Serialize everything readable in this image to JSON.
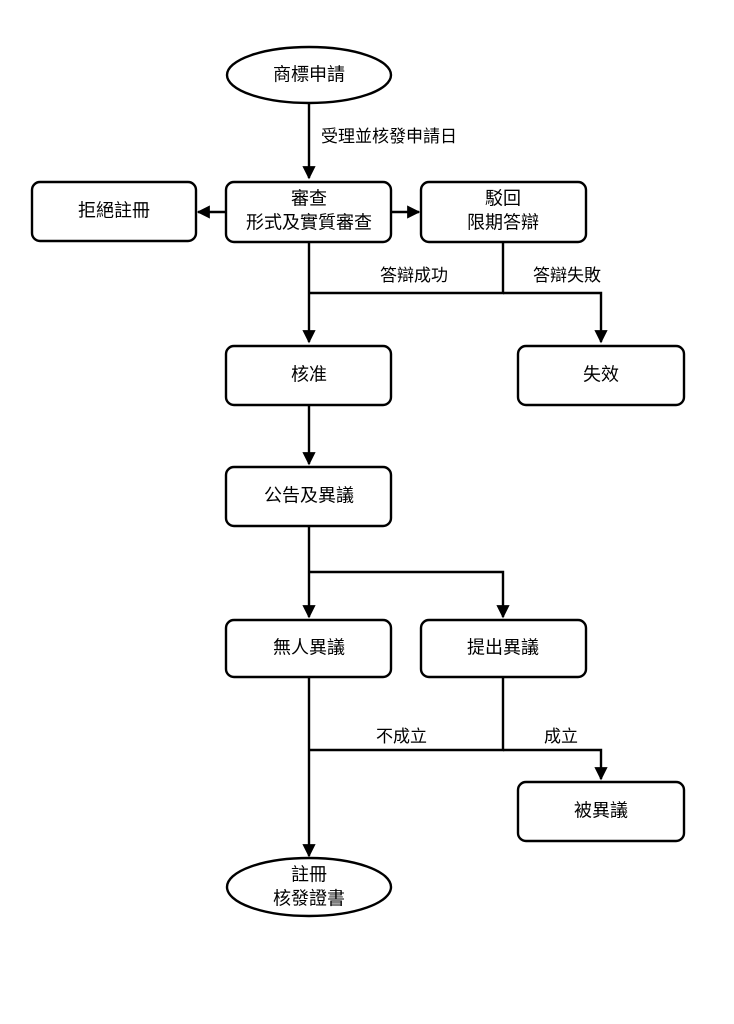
{
  "nodes": {
    "apply": {
      "lines": [
        "商標申請"
      ]
    },
    "review": {
      "lines": [
        "審查",
        "形式及實質審查"
      ]
    },
    "reject": {
      "lines": [
        "拒絕註冊"
      ]
    },
    "rebuttal": {
      "lines": [
        "駁回",
        "限期答辯"
      ]
    },
    "approve": {
      "lines": [
        "核准"
      ]
    },
    "invalid": {
      "lines": [
        "失效"
      ]
    },
    "announce": {
      "lines": [
        "公告及異議"
      ]
    },
    "no_objection": {
      "lines": [
        "無人異議"
      ]
    },
    "objection": {
      "lines": [
        "提出異議"
      ]
    },
    "objected": {
      "lines": [
        "被異議"
      ]
    },
    "register": {
      "lines": [
        "註冊",
        "核發證書"
      ]
    }
  },
  "edge_labels": {
    "accept_date": "受理並核發申請日",
    "rebut_success": "答辯成功",
    "rebut_fail": "答辯失敗",
    "not_established": "不成立",
    "established": "成立"
  }
}
